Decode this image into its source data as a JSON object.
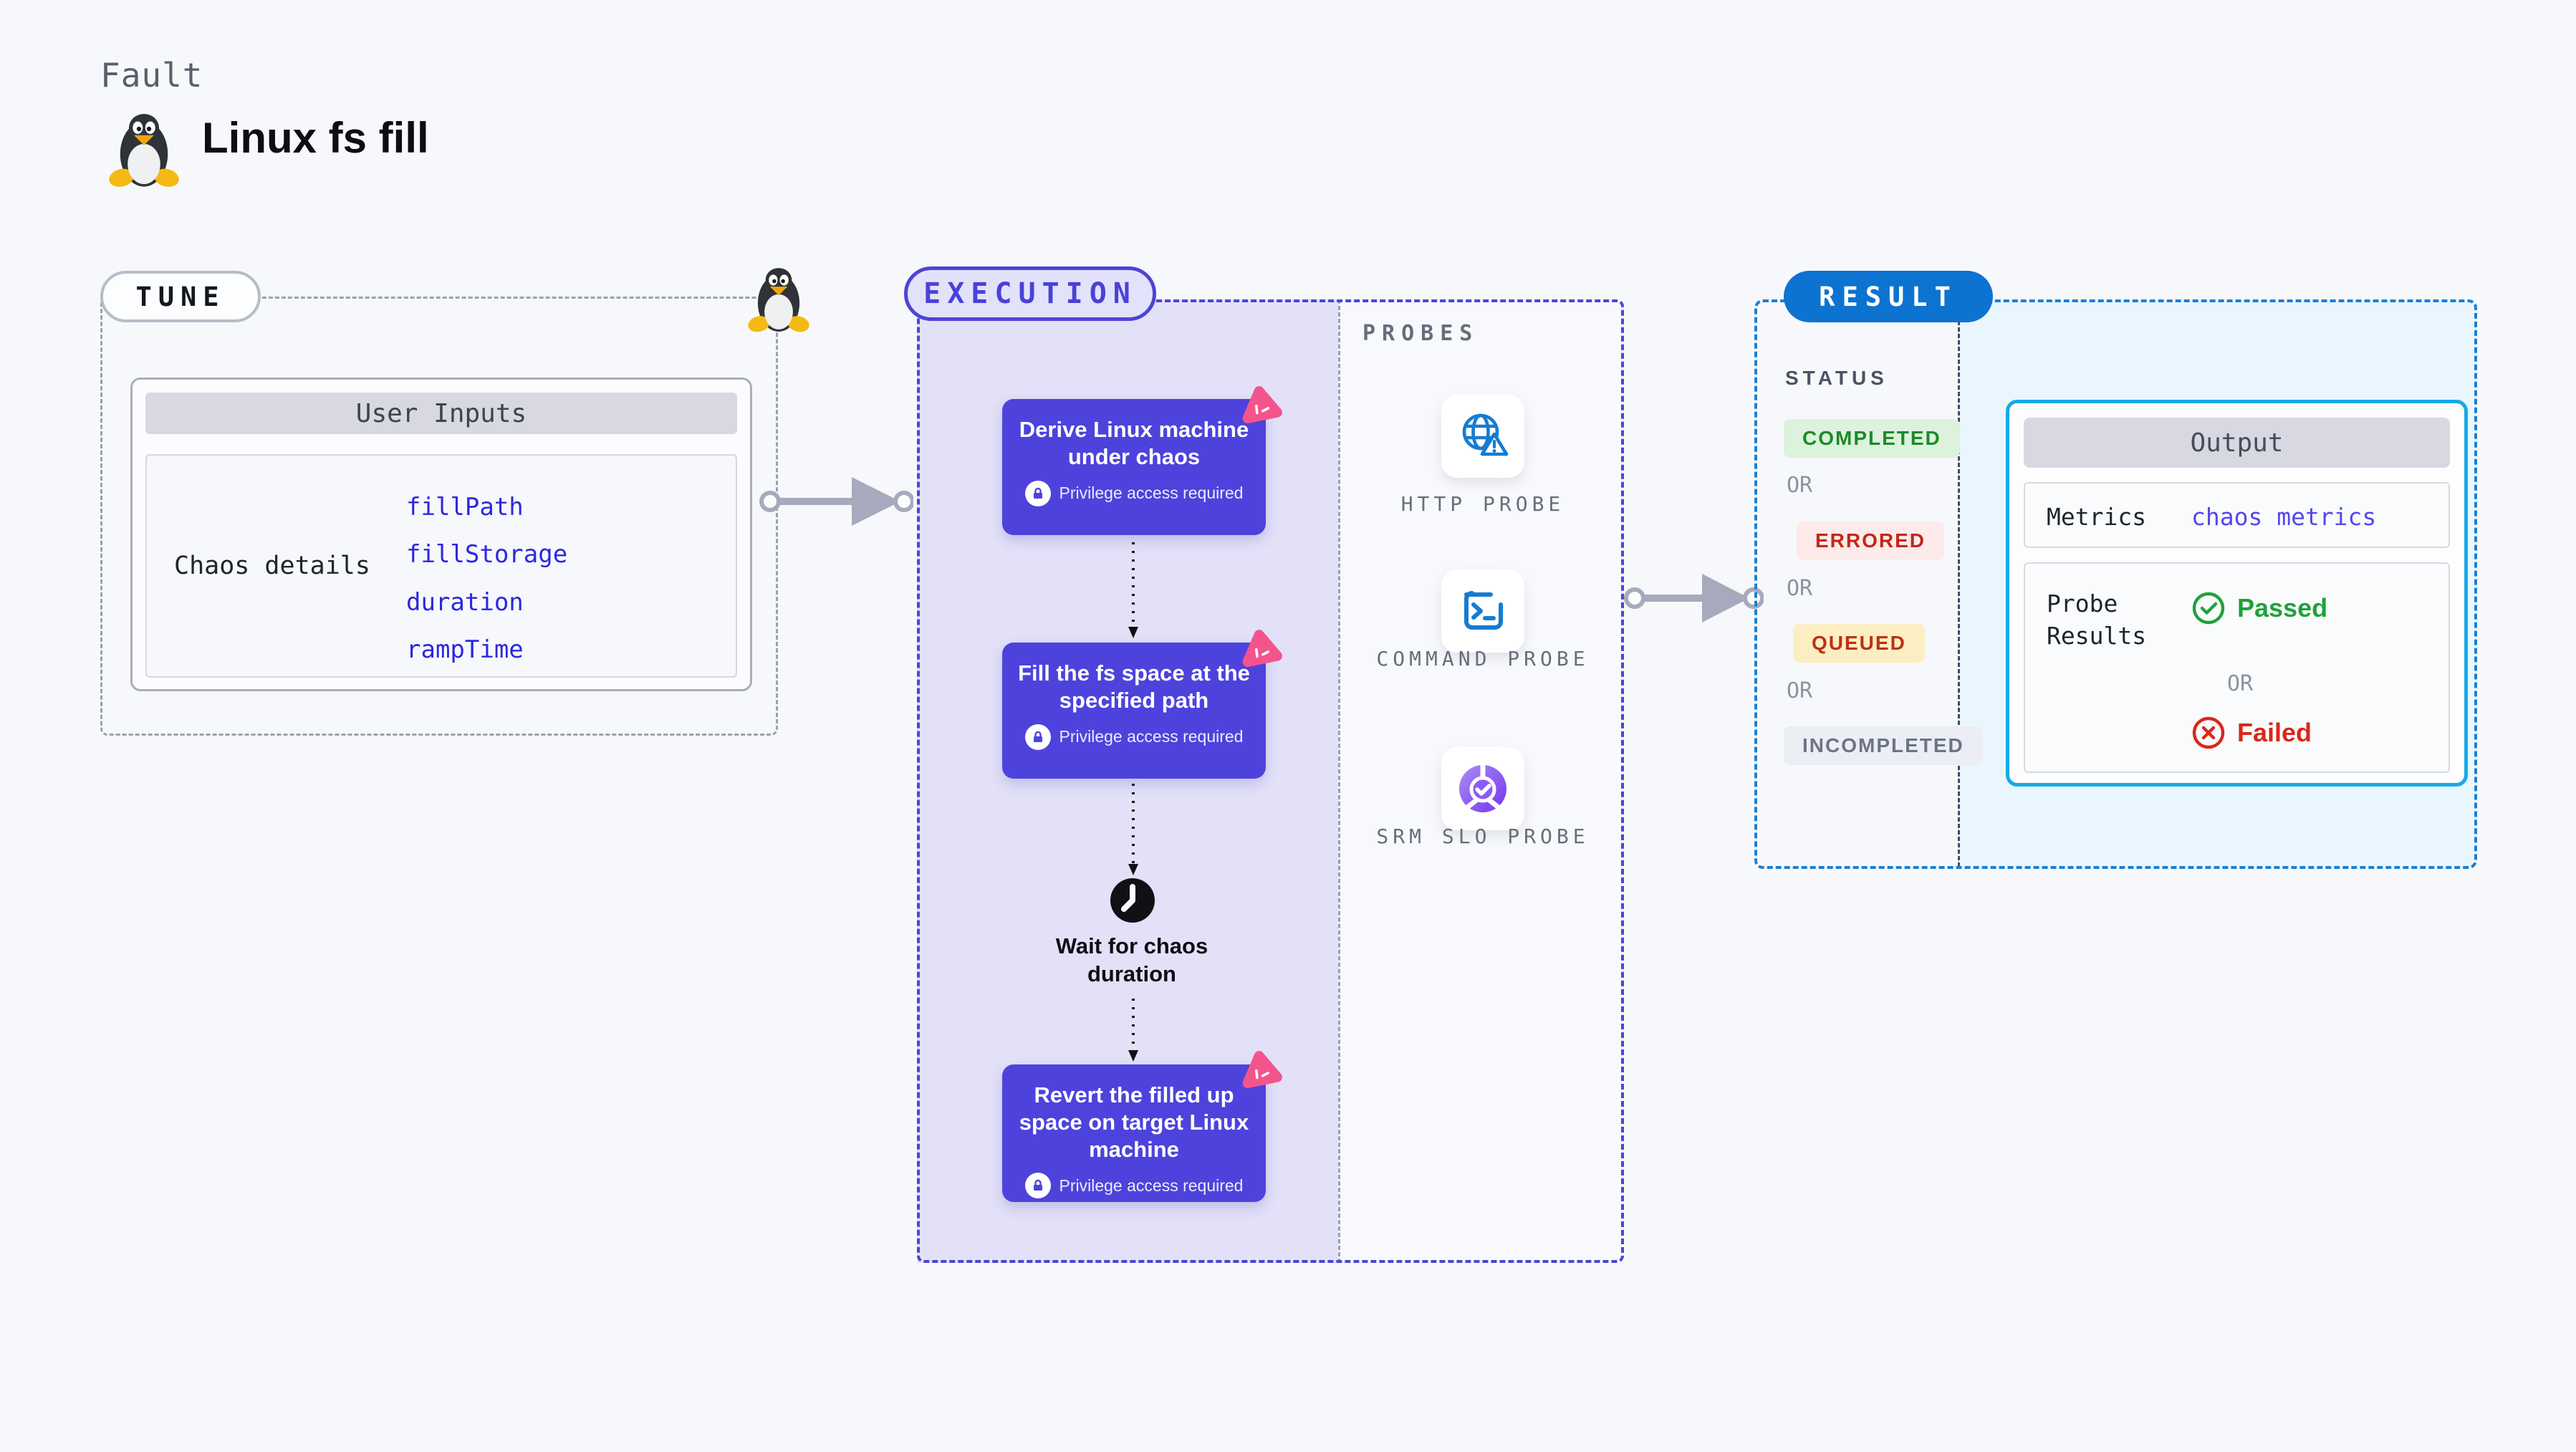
{
  "page": {
    "kicker": "Fault",
    "title": "Linux fs fill"
  },
  "tune": {
    "badge": "TUNE",
    "table": {
      "header": "User Inputs",
      "row_label": "Chaos details",
      "inputs": [
        "fillPath",
        "fillStorage",
        "duration",
        "rampTime"
      ]
    }
  },
  "execution": {
    "badge": "EXECUTION",
    "privilege_label": "Privilege access required",
    "steps": [
      "Derive Linux machine under chaos",
      "Fill the fs space at the specified path",
      "Revert the filled up space on target Linux machine"
    ],
    "wait_label": "Wait for chaos duration"
  },
  "probes": {
    "title": "PROBES",
    "items": [
      {
        "label": "HTTP PROBE",
        "icon": "http-probe-icon"
      },
      {
        "label": "COMMAND PROBE",
        "icon": "command-probe-icon"
      },
      {
        "label": "SRM SLO PROBE",
        "icon": "srm-slo-probe-icon"
      }
    ]
  },
  "result": {
    "badge": "RESULT",
    "status": {
      "title": "STATUS",
      "or_label": "OR",
      "values": [
        "COMPLETED",
        "ERRORED",
        "QUEUED",
        "INCOMPLETED"
      ]
    },
    "output": {
      "header": "Output",
      "metrics_label": "Metrics",
      "metrics_value": "chaos metrics",
      "probe_results_label": "Probe Results",
      "passed_label": "Passed",
      "or_label": "OR",
      "failed_label": "Failed"
    }
  },
  "colors": {
    "page_bg": "#f7f8fb",
    "indigo_dash": "#4a45d3",
    "indigo_card": "#4d43dc",
    "lavender_bg": "#e3e1f8",
    "pink_badge": "#f4548c",
    "result_blue": "#0d73d0",
    "result_dash": "#1b80d3",
    "result_bg": "#e9f6fd",
    "output_border": "#17a9e6",
    "link_blue": "#2b28de",
    "passed_green": "#1ea23b",
    "failed_red": "#d8281a",
    "probe_icon_blue": "#147cd3",
    "srm_purple": "#7c3aed",
    "gray_dash": "#9aa1ad"
  }
}
